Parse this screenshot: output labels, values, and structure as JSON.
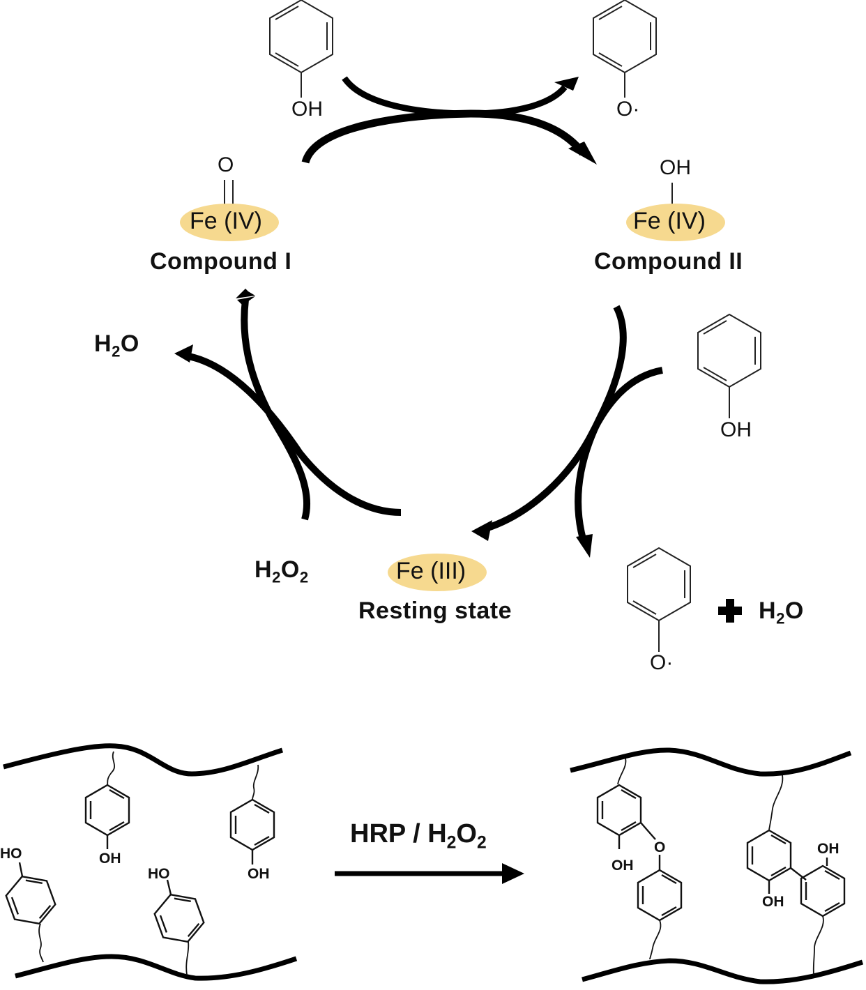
{
  "figure": {
    "title": "HRP catalytic cycle and phenol crosslinking",
    "colors": {
      "fe_highlight": "#f6d98f",
      "ink": "#111111"
    },
    "cycle": {
      "compound_i": {
        "metal": "Fe (IV)",
        "ligand": "O",
        "name": "Compound I"
      },
      "compound_ii": {
        "metal": "Fe (IV)",
        "ligand": "OH",
        "name": "Compound II"
      },
      "resting_state": {
        "metal": "Fe (III)",
        "name": "Resting state"
      },
      "h2o2": {
        "main": "H",
        "sub1": "2",
        "mid": "O",
        "sub2": "2"
      },
      "h2o_left": {
        "main": "H",
        "sub": "2",
        "tail": "O"
      },
      "h2o_right": {
        "main": "H",
        "sub": "2",
        "tail": "O"
      },
      "plus": "+",
      "phenol_top_label": "OH",
      "phenoxy_top_label": "O·",
      "phenol_right_label": "OH",
      "phenoxy_bottom_label": "O·"
    },
    "crosslink": {
      "reagent": {
        "a": "HRP / H",
        "sub1": "2",
        "b": "O",
        "sub2": "2"
      },
      "before": {
        "labels": [
          "OH",
          "OH",
          "HO",
          "HO"
        ]
      },
      "after": {
        "labels": [
          "OH",
          "OH",
          "OH"
        ],
        "bridge_atom": "O"
      }
    }
  }
}
